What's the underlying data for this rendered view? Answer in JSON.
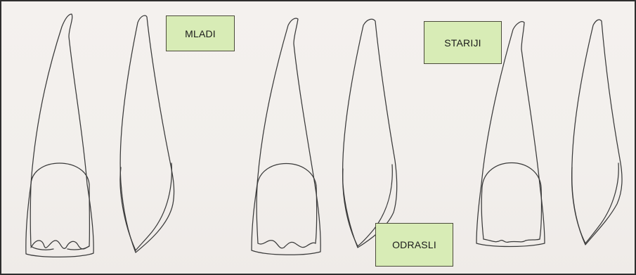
{
  "labels": {
    "mladi": "MLADI",
    "odrasli": "ODRASLI",
    "stariji": "STARIJI"
  },
  "colors": {
    "label_fill": "#d8ecb6",
    "label_border": "#4b4b3a",
    "line": "#3a3a3a",
    "background": "#f3f0ed"
  }
}
